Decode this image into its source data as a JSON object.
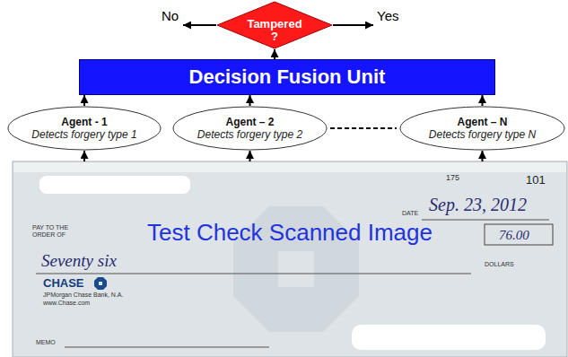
{
  "diagram": {
    "nodes": [
      {
        "text": [
          "Tampered ?"
        ]
      },
      {
        "text": [
          "Decision Fusion Unit"
        ]
      },
      {
        "text": [
          "Agent - 1",
          "Detects forgery type 1"
        ]
      },
      {
        "text": [
          "Agent – 2",
          "Detects forgery type 2"
        ]
      },
      {
        "text": [
          "Agent – N",
          "Detects forgery type N"
        ]
      },
      {
        "text": [
          "Test Check Scanned Image"
        ]
      }
    ],
    "edges": [
      {
        "from": 5,
        "to": 2,
        "arrow": "to"
      },
      {
        "from": 5,
        "to": 3,
        "arrow": "to"
      },
      {
        "from": 5,
        "to": 4,
        "arrow": "to"
      },
      {
        "from": 2,
        "to": 1,
        "arrow": "to"
      },
      {
        "from": 3,
        "to": 1,
        "arrow": "to"
      },
      {
        "from": 4,
        "to": 1,
        "arrow": "to"
      },
      {
        "from": 1,
        "to": 0,
        "arrow": "to"
      }
    ],
    "labels": [
      "No",
      "Yes",
      "175",
      "101",
      "DATE",
      "Sep. 23, 2012",
      "PAY TO THE ORDER OF",
      "76.00",
      "Seventy six",
      "DOLLARS",
      "CHASE",
      "JPMorgan Chase Bank, N.A.",
      "www.Chase.com",
      "MEMO"
    ]
  }
}
